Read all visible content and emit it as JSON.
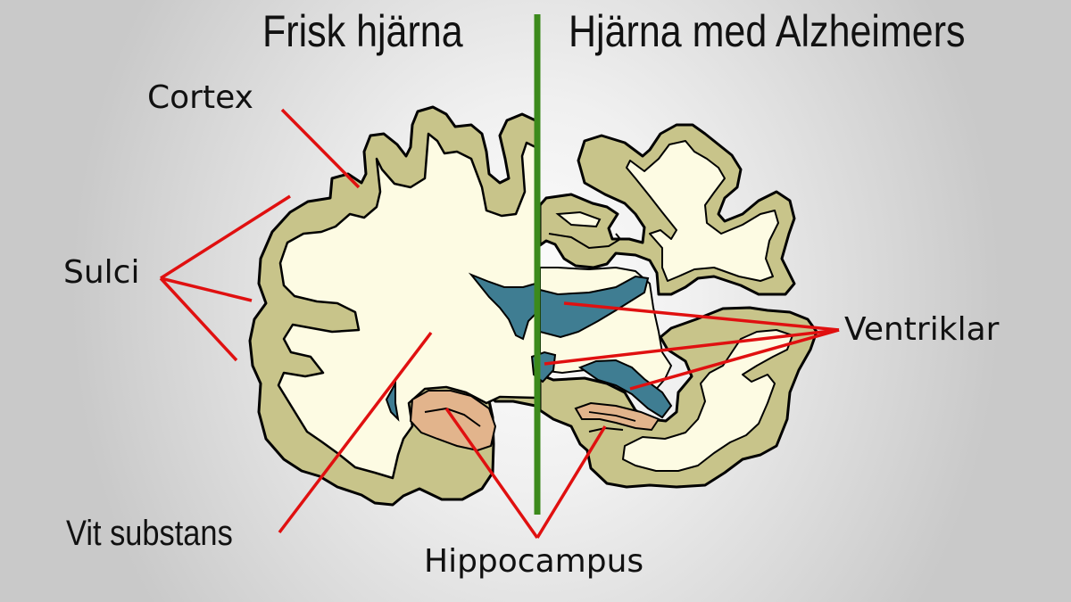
{
  "titles": {
    "left": "Frisk hjärna",
    "right": "Hjärna med Alzheimers"
  },
  "labels": {
    "cortex": "Cortex",
    "sulci": "Sulci",
    "vit_substans": "Vit substans",
    "ventriklar": "Ventriklar",
    "hippocampus": "Hippocampus"
  },
  "colors": {
    "cortex": "#c8c48a",
    "white_matter": "#fdfbe3",
    "ventricle": "#3f7d92",
    "hippocampus": "#e2b48c",
    "leader_line": "#e01010",
    "divider": "#3c8a1c"
  }
}
